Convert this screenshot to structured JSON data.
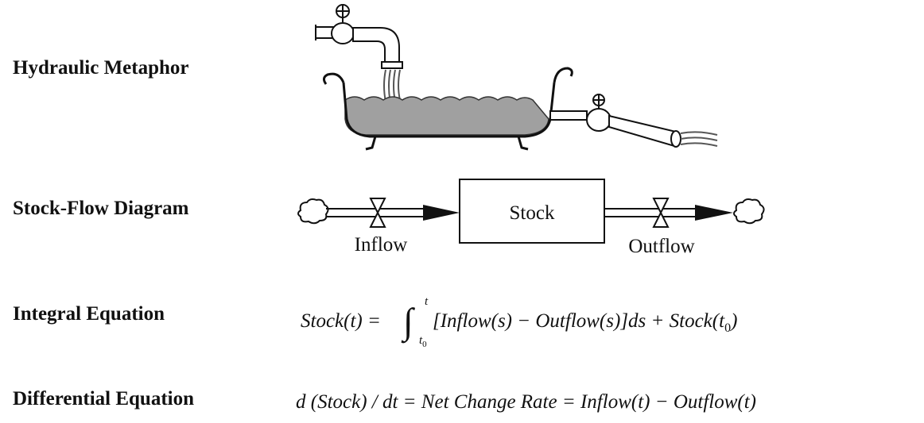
{
  "rows": {
    "hydraulic": {
      "label": "Hydraulic Metaphor"
    },
    "stock_flow": {
      "label": "Stock-Flow Diagram",
      "stock": "Stock",
      "inflow": "Inflow",
      "outflow": "Outflow"
    },
    "integral": {
      "label": "Integral Equation",
      "lhs": "Stock(t) =",
      "upper": "t",
      "lower": "t",
      "lower_sub": "0",
      "body": "[Inflow(s) − Outflow(s)]ds + Stock(t",
      "body_sub": "0",
      "body_end": ")"
    },
    "differential": {
      "label": "Differential Equation",
      "equation": "d (Stock) / dt = Net Change Rate = Inflow(t) − Outflow(t)"
    }
  },
  "colors": {
    "water": "#a0a0a0",
    "ink": "#111111"
  },
  "icons": [
    "faucet-icon",
    "bathtub-icon",
    "drain-valve-icon",
    "cloud-source-icon",
    "cloud-sink-icon",
    "valve-icon",
    "arrow-head-icon"
  ]
}
